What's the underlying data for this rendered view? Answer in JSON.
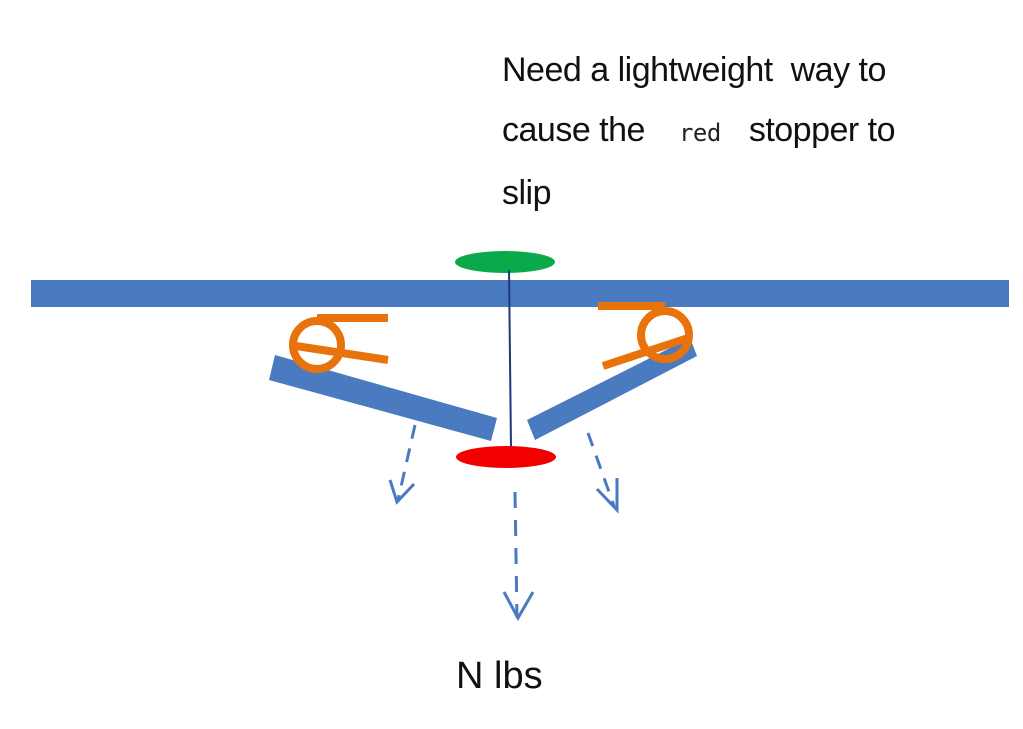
{
  "caption": {
    "line1": "Need a lightweight  way to",
    "line2_before": "cause the",
    "line2_highlight": "red",
    "line2_after": "stopper to",
    "line3": "slip"
  },
  "load_label": "N lbs",
  "colors": {
    "beam": "#4a7abf",
    "green_stopper": "#0aaa4a",
    "red_stopper": "#f20000",
    "hinge": "#e8720c",
    "cable": "#1f3a7a",
    "force_arrow": "#4a7abf"
  },
  "elements": {
    "top_beam": "horizontal beam",
    "left_arm": "left pivoting arm",
    "right_arm": "right pivoting arm",
    "left_hinge": "left hinge",
    "right_hinge": "right hinge",
    "green_stopper": "green stopper",
    "red_stopper": "red stopper",
    "cable": "vertical cable",
    "force_arrows": [
      "left arm force",
      "center load force",
      "right arm force"
    ]
  }
}
